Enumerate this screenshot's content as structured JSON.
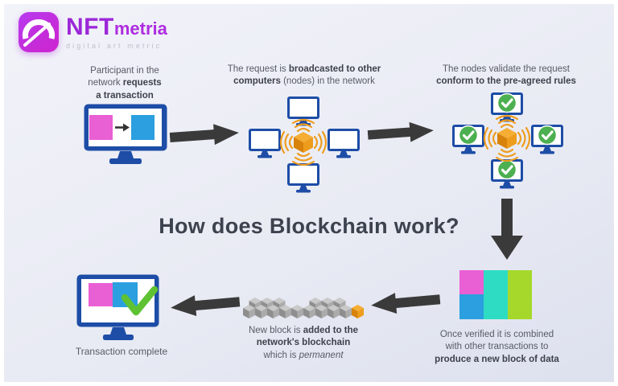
{
  "logo": {
    "brand_primary": "NFT",
    "brand_secondary": "metria",
    "tagline": "digital art metric",
    "icon": "gauge-speedometer-icon"
  },
  "title": "How does Blockchain work?",
  "steps": {
    "request": {
      "l1": "Participant in the",
      "l2a": "network ",
      "l2b": "requests",
      "l3": "a transaction",
      "icon": "monitor-transaction-icon"
    },
    "broadcast": {
      "l1a": "The request is ",
      "l1b": "broadcasted to other",
      "l2a": "computers",
      "l2b": " (nodes) in the network",
      "icon": "network-broadcast-icon"
    },
    "validate": {
      "l1": "The nodes validate the request",
      "l2": "conform to the pre-agreed rules",
      "icon": "network-validated-icon"
    },
    "combine": {
      "l1": "Once verified it is combined",
      "l2": "with other transactions to",
      "l3": "produce a new block of data",
      "icon": "data-block-icon"
    },
    "append": {
      "l1a": "New block is ",
      "l1b": "added to the",
      "l2": "network's blockchain",
      "l3a": "which is ",
      "l3b": "permanent",
      "icon": "blockchain-cubes-icon"
    },
    "complete": {
      "label": "Transaction complete",
      "icon": "monitor-checkmark-icon"
    }
  },
  "icons": {
    "flow_arrows": [
      "arrow-right-icon",
      "arrow-right-icon",
      "arrow-down-icon",
      "arrow-left-icon",
      "arrow-left-icon"
    ],
    "cube": "block-cube-icon",
    "waves": "broadcast-waves-icon",
    "check": "checkmark-icon"
  },
  "colors": {
    "background_top": "#f2f3f9",
    "background_bottom": "#dde1ee",
    "brand_purple": "#ae2ce0",
    "brand_purple_dark": "#9c28d8",
    "tagline_gray": "#bfc0ca",
    "text_normal": "#575b64",
    "text_bold": "#3d414a",
    "title_color": "#3d424f",
    "monitor_blue": "#1d4da6",
    "pink": "#e95fd4",
    "cyan_blue": "#2b9fdf",
    "teal": "#2edcc3",
    "lime_green": "#a5d82b",
    "cube_orange": "#ef9d1e",
    "check_green": "#4caf50",
    "bright_check_green": "#5ec232",
    "arrow_dark": "#3a3a3a",
    "cube_gray": "#a8a8a8"
  }
}
